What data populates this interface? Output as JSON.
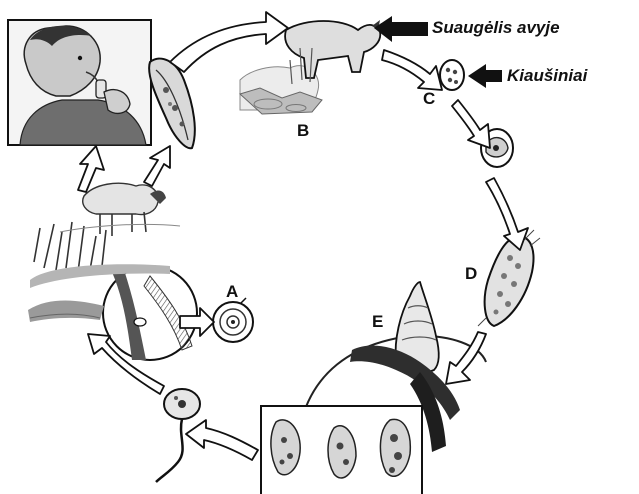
{
  "labels": {
    "adult_in_sheep": "Suaugėlis avyje",
    "eggs": "Kiaušiniai",
    "a": "A",
    "b": "B",
    "c": "C",
    "d": "D",
    "e": "E"
  },
  "colors": {
    "ink": "#1a1a1a",
    "arrow_fill": "#ffffff",
    "gray": "#8a8a8a",
    "dark": "#333333"
  },
  "icons": [
    "person-drinking-icon",
    "liver-fluke-icon",
    "sheep-icon",
    "egg-icon",
    "snail-icon",
    "cercaria-icon",
    "metacercaria-icon"
  ]
}
